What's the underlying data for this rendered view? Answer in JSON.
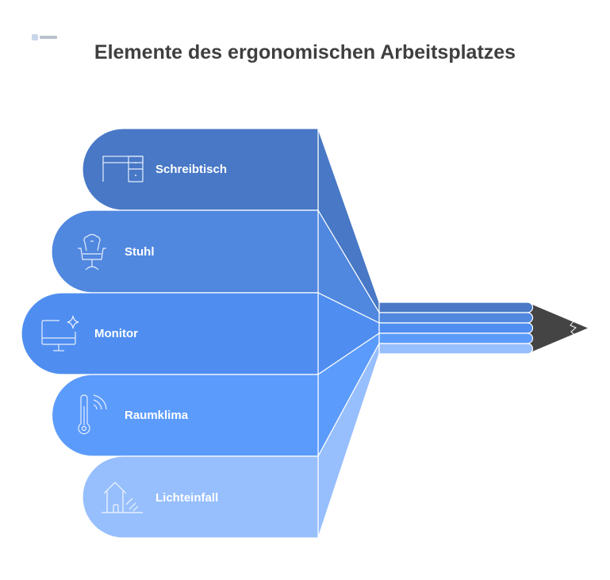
{
  "logo": {
    "icon": "brand-logo-icon"
  },
  "title": "Elemente des ergonomischen Arbeitsplatzes",
  "colors": {
    "band1": "#4878c6",
    "band2": "#5087df",
    "band3": "#4f8ef0",
    "band4": "#5b9bfb",
    "band5": "#97bffd",
    "pencil_tip": "#444444",
    "title": "#3f3f3f",
    "label": "#ffffff"
  },
  "bands": [
    {
      "label": "Schreibtisch",
      "icon": "desk-icon"
    },
    {
      "label": "Stuhl",
      "icon": "chair-icon"
    },
    {
      "label": "Monitor",
      "icon": "monitor-sparkle-icon"
    },
    {
      "label": "Raumklima",
      "icon": "thermometer-icon"
    },
    {
      "label": "Lichteinfall",
      "icon": "house-light-icon"
    }
  ],
  "pencil": {
    "icon": "pencil-tip-icon"
  }
}
